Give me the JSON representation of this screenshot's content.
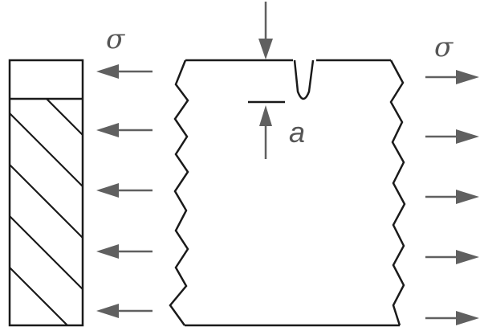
{
  "labels": {
    "stress_left": "σ",
    "stress_right": "σ",
    "crack_depth": "a"
  },
  "colors": {
    "outline": "#1a1a1a",
    "arrow": "#606060",
    "label": "#555555",
    "background": "#ffffff"
  },
  "icons": {
    "cross_section": "hatched-rectangle",
    "plate": "broken-edge-plate",
    "crack": "u-notch",
    "stress_arrows": "arrow"
  }
}
